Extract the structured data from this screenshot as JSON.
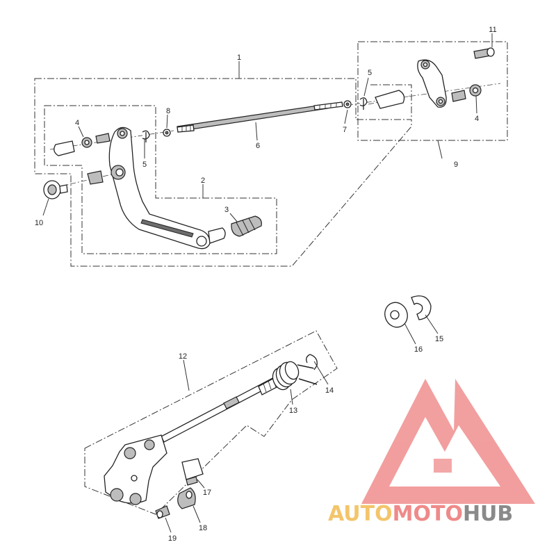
{
  "diagram": {
    "callouts": [
      {
        "id": "c1",
        "label": "1"
      },
      {
        "id": "c2",
        "label": "2"
      },
      {
        "id": "c3",
        "label": "3"
      },
      {
        "id": "c4a",
        "label": "4"
      },
      {
        "id": "c4b",
        "label": "4"
      },
      {
        "id": "c5a",
        "label": "5"
      },
      {
        "id": "c5b",
        "label": "5"
      },
      {
        "id": "c6",
        "label": "6"
      },
      {
        "id": "c7",
        "label": "7"
      },
      {
        "id": "c8",
        "label": "8"
      },
      {
        "id": "c9",
        "label": "9"
      },
      {
        "id": "c10",
        "label": "10"
      },
      {
        "id": "c11",
        "label": "11"
      },
      {
        "id": "c12",
        "label": "12"
      },
      {
        "id": "c13",
        "label": "13"
      },
      {
        "id": "c14",
        "label": "14"
      },
      {
        "id": "c15",
        "label": "15"
      },
      {
        "id": "c16",
        "label": "16"
      },
      {
        "id": "c17",
        "label": "17"
      },
      {
        "id": "c18",
        "label": "18"
      },
      {
        "id": "c19",
        "label": "19"
      }
    ]
  },
  "watermark": {
    "part1": "AUTO",
    "part2": "MOTO",
    "part3": "HUB",
    "color_yellow": "#f3c56b",
    "color_red": "#ef8a8a",
    "color_gray": "#8a8a8a",
    "logo_color": "#f08e8e"
  }
}
